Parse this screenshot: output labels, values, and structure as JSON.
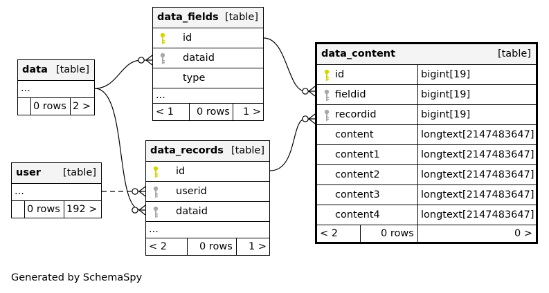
{
  "tables": {
    "data": {
      "name": "data",
      "type": "[table]",
      "columns": [],
      "ellipsis": "...",
      "footer": {
        "left": "",
        "mid": "0 rows",
        "right": "2 >"
      }
    },
    "data_fields": {
      "name": "data_fields",
      "type": "[table]",
      "columns": [
        {
          "name": "id",
          "key": "primary"
        },
        {
          "name": "dataid",
          "key": "foreign"
        },
        {
          "name": "type",
          "key": ""
        }
      ],
      "ellipsis": "...",
      "footer": {
        "left": "< 1",
        "mid": "0 rows",
        "right": "1 >"
      }
    },
    "user": {
      "name": "user",
      "type": "[table]",
      "columns": [],
      "ellipsis": "...",
      "footer": {
        "left": "",
        "mid": "0 rows",
        "right": "192 >"
      }
    },
    "data_records": {
      "name": "data_records",
      "type": "[table]",
      "columns": [
        {
          "name": "id",
          "key": "primary"
        },
        {
          "name": "userid",
          "key": "foreign"
        },
        {
          "name": "dataid",
          "key": "foreign"
        }
      ],
      "ellipsis": "...",
      "footer": {
        "left": "< 2",
        "mid": "0 rows",
        "right": "1 >"
      }
    },
    "data_content": {
      "name": "data_content",
      "type": "[table]",
      "columns": [
        {
          "name": "id",
          "datatype": "bigint[19]",
          "key": "primary"
        },
        {
          "name": "fieldid",
          "datatype": "bigint[19]",
          "key": "foreign"
        },
        {
          "name": "recordid",
          "datatype": "bigint[19]",
          "key": "foreign"
        },
        {
          "name": "content",
          "datatype": "longtext[2147483647]",
          "key": ""
        },
        {
          "name": "content1",
          "datatype": "longtext[2147483647]",
          "key": ""
        },
        {
          "name": "content2",
          "datatype": "longtext[2147483647]",
          "key": ""
        },
        {
          "name": "content3",
          "datatype": "longtext[2147483647]",
          "key": ""
        },
        {
          "name": "content4",
          "datatype": "longtext[2147483647]",
          "key": ""
        }
      ],
      "footer": {
        "left": "< 2",
        "mid": "0 rows",
        "right": "0 >"
      }
    }
  },
  "colors": {
    "primary_key": "#d6d600",
    "foreign_key": "#a8a8a8",
    "header_bg": "#f4f4f4"
  },
  "footer_text": "Generated by SchemaSpy"
}
